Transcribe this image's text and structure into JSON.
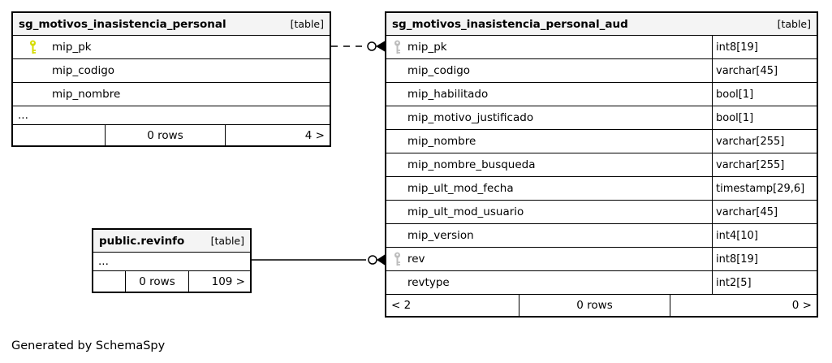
{
  "page": {
    "footer_note": "Generated by SchemaSpy"
  },
  "colors": {
    "header_bg": "#f4f4f4",
    "key_primary": "#d6dc00",
    "key_secondary": "#bdbdbd",
    "border": "#000000"
  },
  "tables": {
    "main": {
      "title": "sg_motivos_inasistencia_personal",
      "badge": "[table]",
      "columns": [
        {
          "name": "mip_pk",
          "key": "yellow"
        },
        {
          "name": "mip_codigo"
        },
        {
          "name": "mip_nombre"
        },
        {
          "name": "..."
        }
      ],
      "footer": {
        "left": "",
        "center": "0 rows",
        "right": "4 >"
      }
    },
    "aud": {
      "title": "sg_motivos_inasistencia_personal_aud",
      "badge": "[table]",
      "columns": [
        {
          "name": "mip_pk",
          "type": "int8[19]",
          "key": "grey"
        },
        {
          "name": "mip_codigo",
          "type": "varchar[45]"
        },
        {
          "name": "mip_habilitado",
          "type": "bool[1]"
        },
        {
          "name": "mip_motivo_justificado",
          "type": "bool[1]"
        },
        {
          "name": "mip_nombre",
          "type": "varchar[255]"
        },
        {
          "name": "mip_nombre_busqueda",
          "type": "varchar[255]"
        },
        {
          "name": "mip_ult_mod_fecha",
          "type": "timestamp[29,6]"
        },
        {
          "name": "mip_ult_mod_usuario",
          "type": "varchar[45]"
        },
        {
          "name": "mip_version",
          "type": "int4[10]"
        },
        {
          "name": "rev",
          "type": "int8[19]",
          "key": "grey"
        },
        {
          "name": "revtype",
          "type": "int2[5]"
        }
      ],
      "footer": {
        "left": "< 2",
        "center": "0 rows",
        "right": "0 >"
      }
    },
    "revinfo": {
      "title": "public.revinfo",
      "badge": "[table]",
      "columns": [
        {
          "name": "..."
        }
      ],
      "footer": {
        "left": "",
        "center": "0 rows",
        "right": "109 >"
      }
    }
  }
}
